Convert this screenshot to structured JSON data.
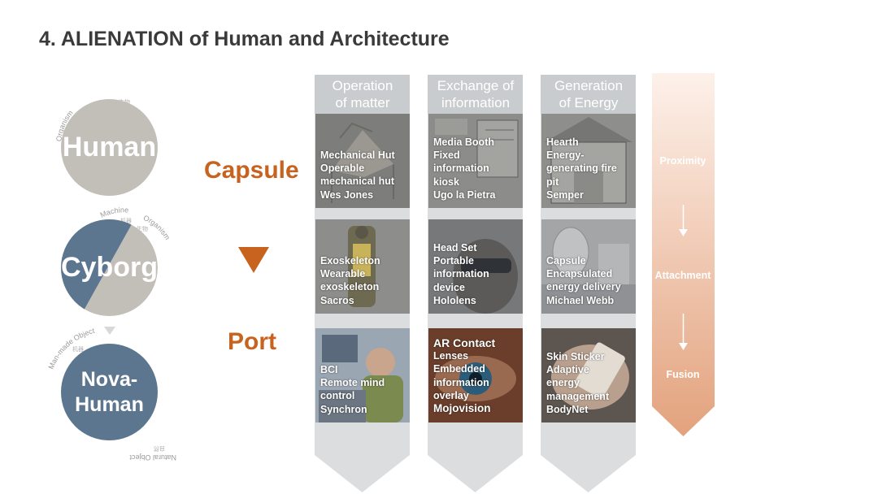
{
  "title": "4. ALIENATION of Human and Architecture",
  "circles": {
    "human": {
      "label": "Human",
      "ring_text": "Organism",
      "ring_text_cn": "生物"
    },
    "cyborg": {
      "label": "Cyborg",
      "ring_text_left": "Machine",
      "ring_text_left_cn": "机器",
      "ring_text_right": "Organism",
      "ring_text_right_cn": "生物"
    },
    "nova": {
      "label_line1": "Nova-",
      "label_line2": "Human",
      "ring_text_top": "Man-made Object",
      "ring_text_top_cn": "机器",
      "ring_text_bottom": "Natural Object",
      "ring_text_bottom_cn": "自然"
    }
  },
  "levels": {
    "capsule": "Capsule",
    "port": "Port"
  },
  "columns": [
    {
      "head_line1": "Operation",
      "head_line2": "of matter",
      "cells": [
        {
          "lines": [
            "Mechanical Hut",
            "Operable",
            "mechanical hut",
            "Wes Jones"
          ],
          "image": "hut-sketch"
        },
        {
          "lines": [
            "Exoskeleton",
            "Wearable",
            "exoskeleton",
            "Sacros"
          ],
          "image": "exoskeleton-photo"
        },
        {
          "lines": [
            "BCI",
            "Remote mind",
            "control",
            "Synchron"
          ],
          "image": "bci-photo"
        }
      ]
    },
    {
      "head_line1": "Exchange of",
      "head_line2": "information",
      "cells": [
        {
          "lines": [
            "Media Booth",
            "Fixed",
            "information",
            "kiosk",
            "Ugo la Pietra"
          ],
          "image": "media-booth-sketch"
        },
        {
          "lines": [
            "Head Set",
            "Portable",
            "information",
            "device",
            "Hololens"
          ],
          "image": "hololens-photo"
        },
        {
          "lines": [
            "AR Contact",
            "Lenses",
            "Embedded",
            "information",
            "overlay",
            "Mojovision"
          ],
          "image": "eye-photo"
        }
      ]
    },
    {
      "head_line1": "Generation",
      "head_line2": "of Energy",
      "cells": [
        {
          "lines": [
            "Hearth",
            "Energy-",
            "generating fire",
            "pit",
            "Semper"
          ],
          "image": "hearth-sketch"
        },
        {
          "lines": [
            "Capsule",
            "Encapsulated",
            "energy delivery",
            "Michael Webb"
          ],
          "image": "capsule-render"
        },
        {
          "lines": [
            "Skin Sticker",
            "Adaptive",
            "energy",
            "management",
            "BodyNet"
          ],
          "image": "skin-sticker-photo"
        }
      ]
    }
  ],
  "stages": {
    "proximity": "Proximity",
    "attachment": "Attachment",
    "fusion": "Fusion"
  },
  "colors": {
    "accent": "#c7631f",
    "column_gray": "#d9dadb",
    "head_gray": "#c9ccce",
    "circle_gray": "#c2beb8",
    "circle_blue": "#5c7690",
    "gradient_top": "#fdf1ea",
    "gradient_bottom": "#e3a27d"
  }
}
